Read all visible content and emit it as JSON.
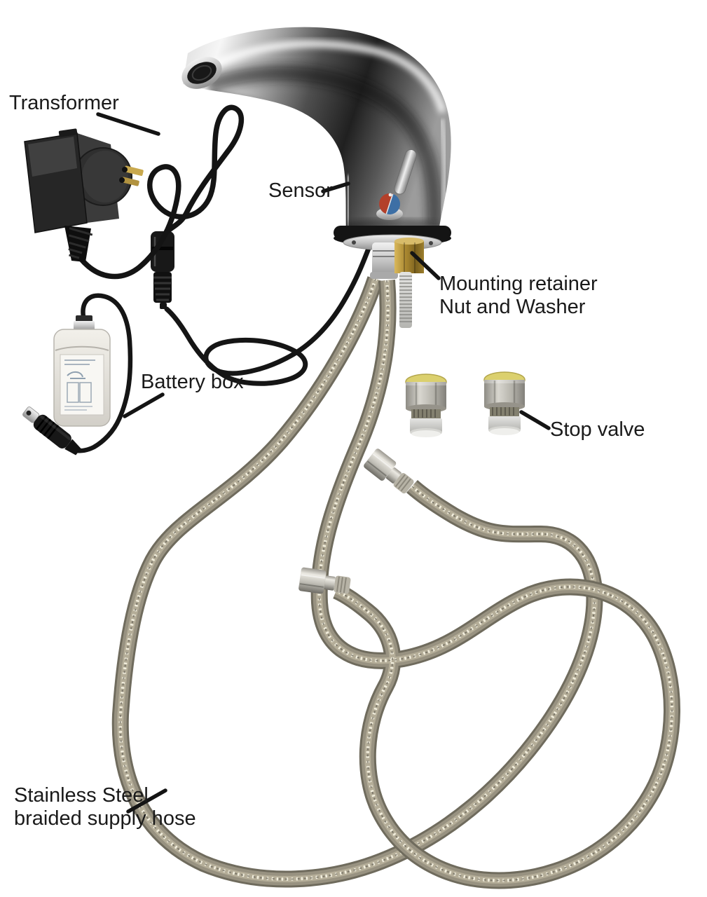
{
  "figure": {
    "background": "#ffffff",
    "description": "Parts diagram of a touchless sensor faucet kit on a white background"
  },
  "labels": {
    "transformer": "Transformer",
    "sensor": "Sensor",
    "mounting_retainer": {
      "line1": "Mounting retainer",
      "line2": "Nut and Washer"
    },
    "battery_box": "Battery box",
    "stop_valve": "Stop valve",
    "supply_hose": {
      "line1": "Stainless Steel",
      "line2": "braided supply hose"
    }
  },
  "parts": [
    {
      "label": "Transformer",
      "count": 1
    },
    {
      "label": "Sensor",
      "count": 1
    },
    {
      "label": "Mounting retainer Nut and Washer",
      "count": 1
    },
    {
      "label": "Battery box",
      "count": 1
    },
    {
      "label": "Stop valve",
      "count": 2
    },
    {
      "label": "Stainless Steel braided supply hose",
      "count": 2
    }
  ],
  "palette": {
    "label_text": "#1a1a1a",
    "leader_line": "#141414",
    "chrome_light": "#f2f2f2",
    "chrome_dark": "#1e1e1e",
    "brass": "#a8862f",
    "hose_braid": "#8f8a77",
    "hose_highlight": "#efead9",
    "cable_black": "#151515",
    "valve_cap_yellow": "#d9ce72",
    "sensor_dot_red": "#b3402a",
    "sensor_dot_blue": "#3d6fa5",
    "battery_box_body": "#e7e4de"
  }
}
